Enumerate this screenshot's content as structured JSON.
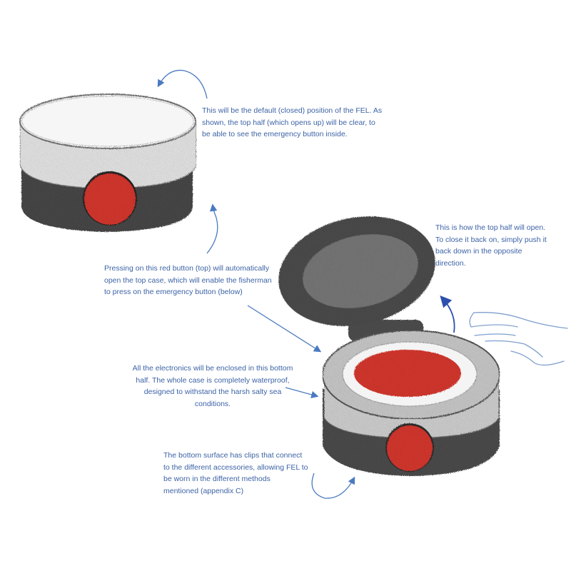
{
  "annotations": {
    "default_position": {
      "lines": [
        "This will be the default (closed) position of the FEL. As",
        "shown, the top half (which opens up) will be clear, to",
        "be able to see the emergency button inside."
      ]
    },
    "how_it_opens": {
      "lines": [
        "This is how the top half will open.",
        "To close it back on, simply push it",
        "back down in the opposite",
        "direction."
      ]
    },
    "red_button": {
      "lines": [
        "Pressing on this red button (top) will automatically",
        "open the top case, which will enable the fisherman",
        "to press on the emergency button (below)"
      ]
    },
    "bottom_half": {
      "lines": [
        "All the electronics will be enclosed in this bottom",
        "half. The whole case is completely waterproof,",
        "designed to withstand the harsh salty sea",
        "conditions."
      ]
    },
    "bottom_surface": {
      "lines": [
        "The bottom surface has clips that connect",
        "to the different accessories, allowing FEL to",
        "be worn in the different methods",
        "mentioned (appendix C)"
      ]
    }
  },
  "colors": {
    "annotation_text": "#3d63a6",
    "arrow": "#4a7ac0",
    "arrow_dark": "#2c4fae",
    "button_red": "#dc3a33",
    "case_dark": "#4a4a4a",
    "case_light": "#eeeeee",
    "background": "#ffffff"
  },
  "icons": {
    "closed_device": "closed-device-sketch-icon",
    "open_device": "open-device-sketch-icon",
    "hand": "hand-sketch-icon"
  }
}
